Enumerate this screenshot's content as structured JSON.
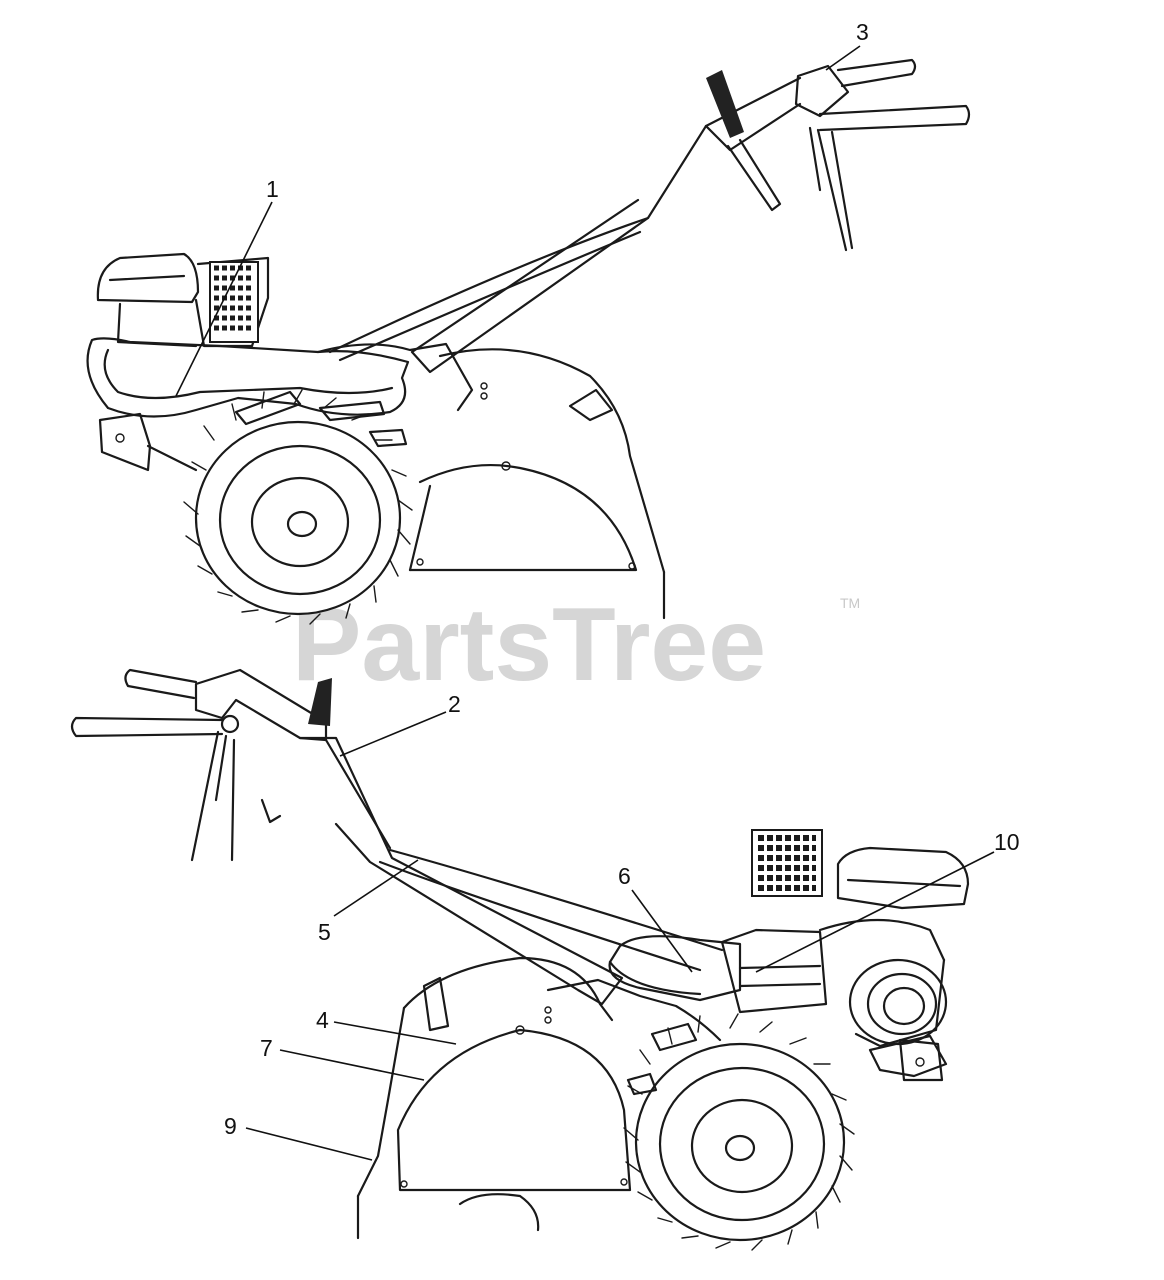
{
  "watermark": {
    "text": "PartsTree",
    "tm": "TM"
  },
  "callouts": [
    {
      "id": "c1",
      "number": "1"
    },
    {
      "id": "c2",
      "number": "2"
    },
    {
      "id": "c3",
      "number": "3"
    },
    {
      "id": "c4",
      "number": "4"
    },
    {
      "id": "c5",
      "number": "5"
    },
    {
      "id": "c6",
      "number": "6"
    },
    {
      "id": "c7",
      "number": "7"
    },
    {
      "id": "c9",
      "number": "9"
    },
    {
      "id": "c10",
      "number": "10"
    }
  ]
}
